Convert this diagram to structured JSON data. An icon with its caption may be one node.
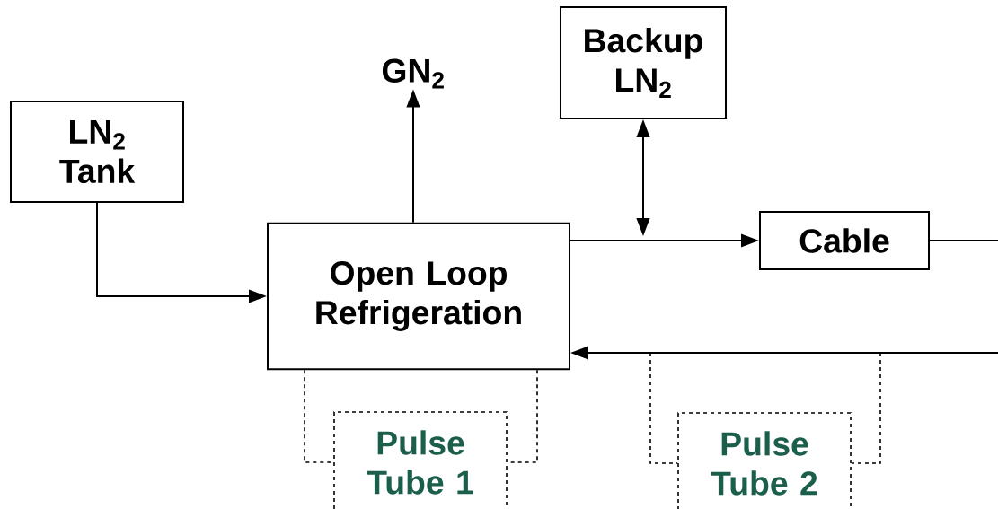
{
  "diagram": {
    "nodes": [
      {
        "text": [
          "LN$_{2}$ Tank"
        ]
      },
      {
        "text": [
          "Open Loop Refrigeration"
        ]
      },
      {
        "text": [
          "GN$_{2}$"
        ]
      },
      {
        "text": [
          "Backup LN$_{2}$"
        ]
      },
      {
        "text": [
          "Cable"
        ]
      },
      {
        "text": [
          "Pulse Tube 1"
        ]
      },
      {
        "text": [
          "Pulse Tube 2"
        ]
      }
    ],
    "edges": [
      {
        "from": 0,
        "to": 1,
        "arrow": "to"
      },
      {
        "from": 1,
        "to": 2,
        "arrow": "to"
      },
      {
        "from": 1,
        "to": 4,
        "arrow": "to"
      },
      {
        "from": null,
        "to": 3,
        "arrow": "both"
      },
      {
        "from": 4,
        "to": null,
        "arrow": "none"
      },
      {
        "from": null,
        "to": 1,
        "arrow": "to"
      },
      {
        "from": 1,
        "to": 5,
        "arrow": "none",
        "style": "dashed"
      },
      {
        "from": 1,
        "to": 5,
        "arrow": "none",
        "style": "dashed"
      },
      {
        "from": null,
        "to": 6,
        "arrow": "none",
        "style": "dashed"
      },
      {
        "from": null,
        "to": 6,
        "arrow": "none",
        "style": "dashed"
      }
    ]
  }
}
